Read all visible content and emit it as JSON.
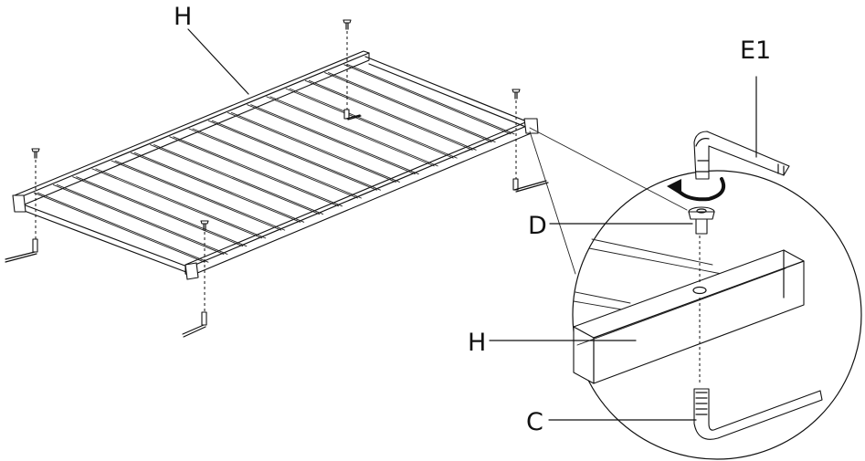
{
  "labels": {
    "frame_top": "H",
    "key": "E1",
    "bolt": "D",
    "frame_detail": "H",
    "nut": "C"
  }
}
